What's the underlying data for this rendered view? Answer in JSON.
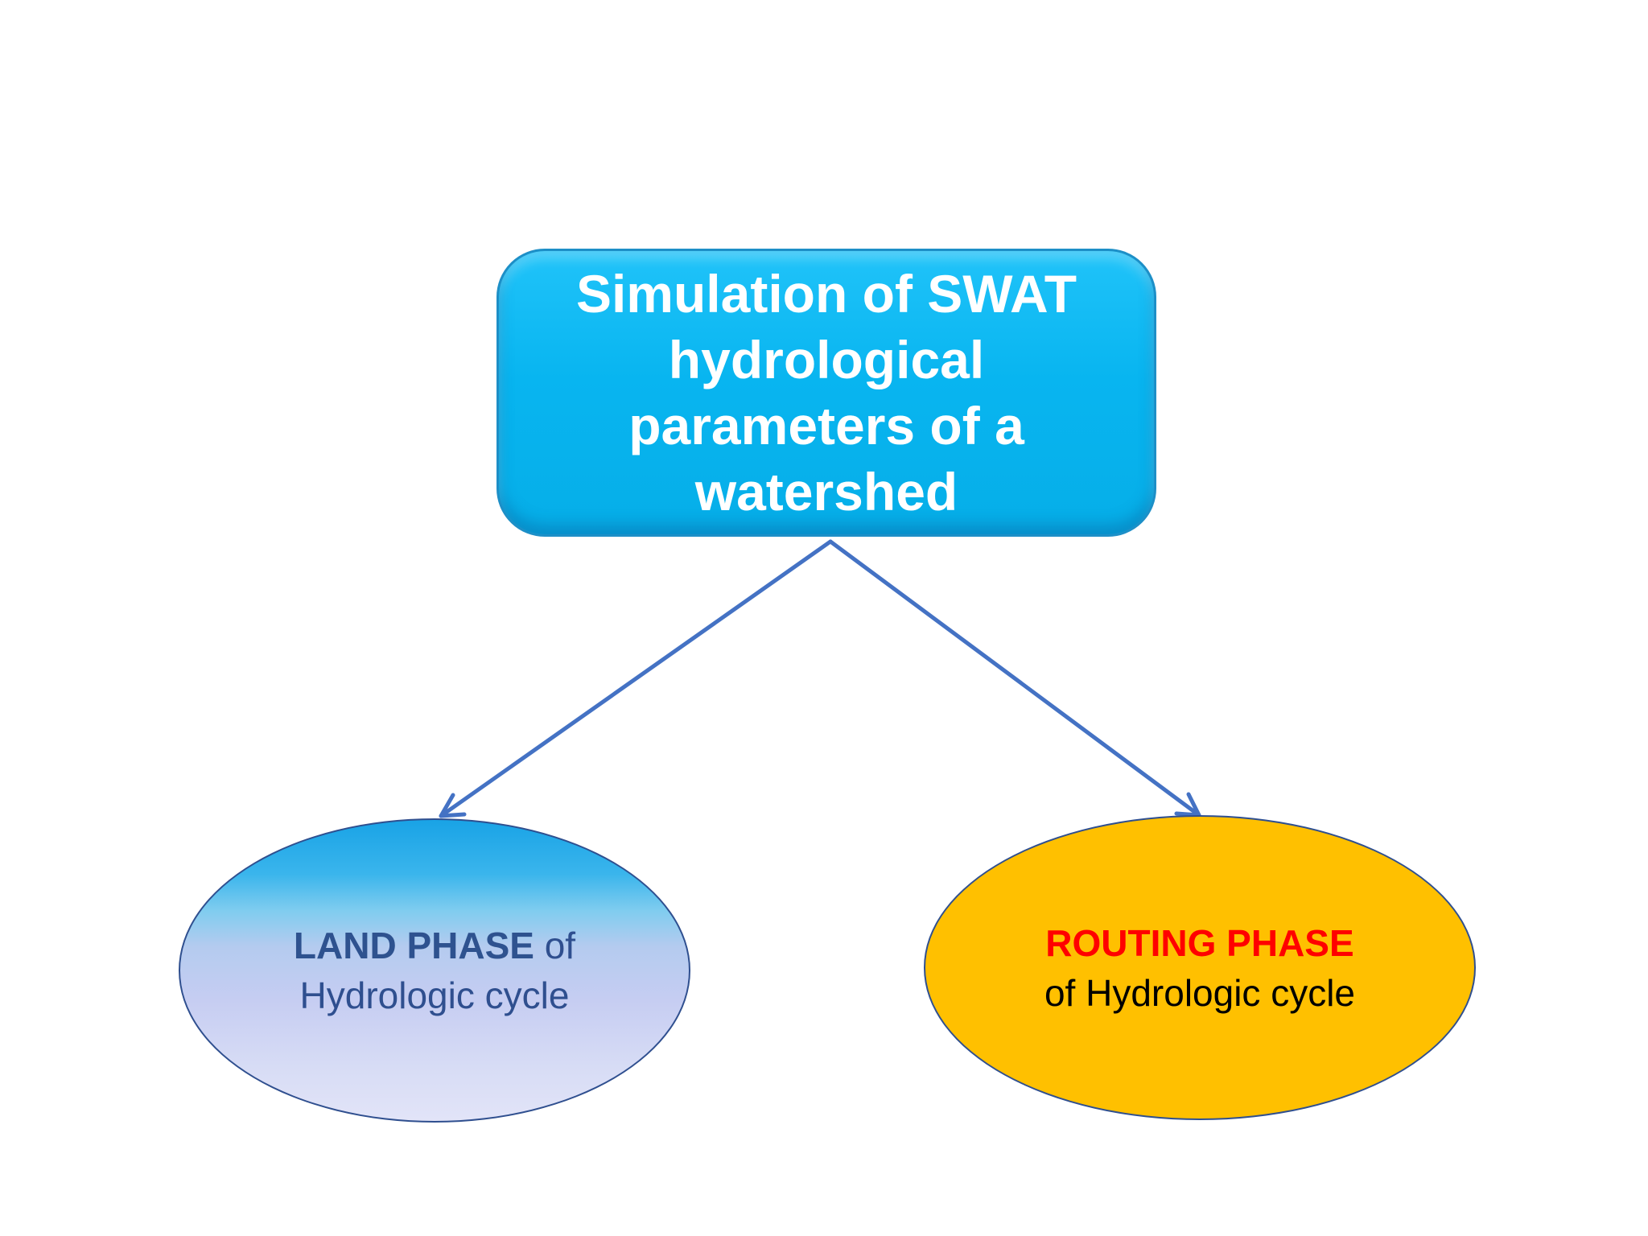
{
  "diagram": {
    "top_box": {
      "text": "Simulation of SWAT\nhydrological\nparameters of a\nwatershed"
    },
    "left_node": {
      "bold_text": "LAND PHASE",
      "rest_line1": " of",
      "line2": "Hydrologic cycle"
    },
    "right_node": {
      "bold_text": "ROUTING PHASE",
      "line2": "of Hydrologic cycle"
    },
    "colors": {
      "top_box_fill": "#08b5f0",
      "arrow": "#4472c4",
      "routing_fill": "#ffc000",
      "routing_bold_text": "#ff0000",
      "land_text": "#2f4f8f"
    }
  }
}
